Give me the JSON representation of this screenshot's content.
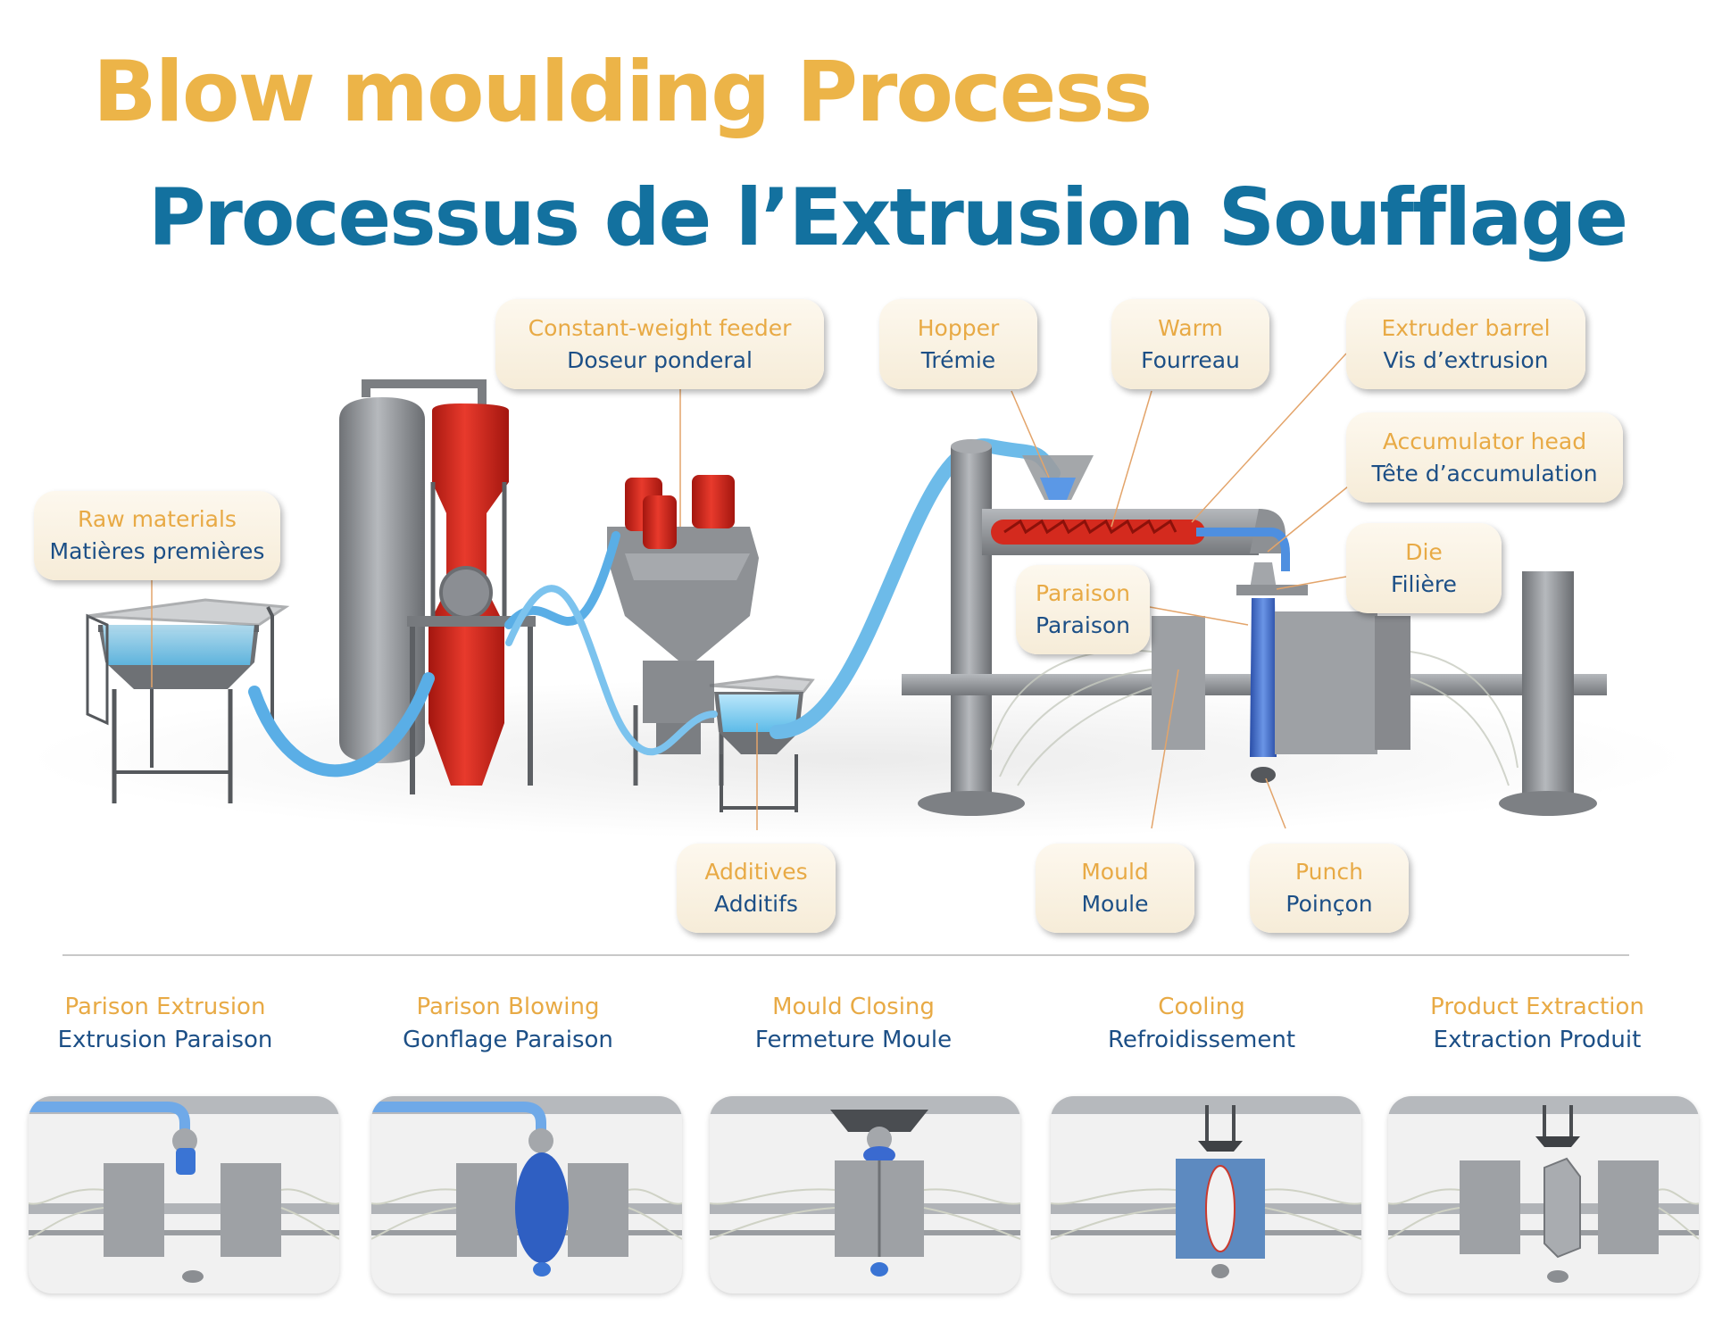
{
  "title": {
    "english": "Blow moulding Process",
    "french": "Processus de l’Extrusion Soufflage"
  },
  "labels": {
    "raw_materials": {
      "en": "Raw materials",
      "fr": "Matières premières"
    },
    "feeder": {
      "en": "Constant-weight feeder",
      "fr": "Doseur ponderal"
    },
    "hopper": {
      "en": "Hopper",
      "fr": "Trémie"
    },
    "warm": {
      "en": "Warm",
      "fr": "Fourreau"
    },
    "extruder_barrel": {
      "en": "Extruder barrel",
      "fr": "Vis d’extrusion"
    },
    "accumulator_head": {
      "en": "Accumulator head",
      "fr": "Tête d’accumulation"
    },
    "die": {
      "en": "Die",
      "fr": "Filière"
    },
    "paraison": {
      "en": "Paraison",
      "fr": "Paraison"
    },
    "additives": {
      "en": "Additives",
      "fr": "Additifs"
    },
    "mould": {
      "en": "Mould",
      "fr": "Moule"
    },
    "punch": {
      "en": "Punch",
      "fr": "Poinçon"
    }
  },
  "steps": [
    {
      "en": "Parison Extrusion",
      "fr": "Extrusion Paraison"
    },
    {
      "en": "Parison Blowing",
      "fr": "Gonflage Paraison"
    },
    {
      "en": "Mould Closing",
      "fr": "Fermeture Moule"
    },
    {
      "en": "Cooling",
      "fr": "Refroidissement"
    },
    {
      "en": "Product Extraction",
      "fr": "Extraction Produit"
    }
  ],
  "colors": {
    "title_english": "#ecb448",
    "title_french": "#13719f",
    "label_english": "#e8aa45",
    "label_french": "#1c4f86",
    "machine_grey": "#8b8e93",
    "machine_red": "#d2281f",
    "material_blue": "#8fd3f2",
    "parison_blue": "#3a67c4"
  }
}
